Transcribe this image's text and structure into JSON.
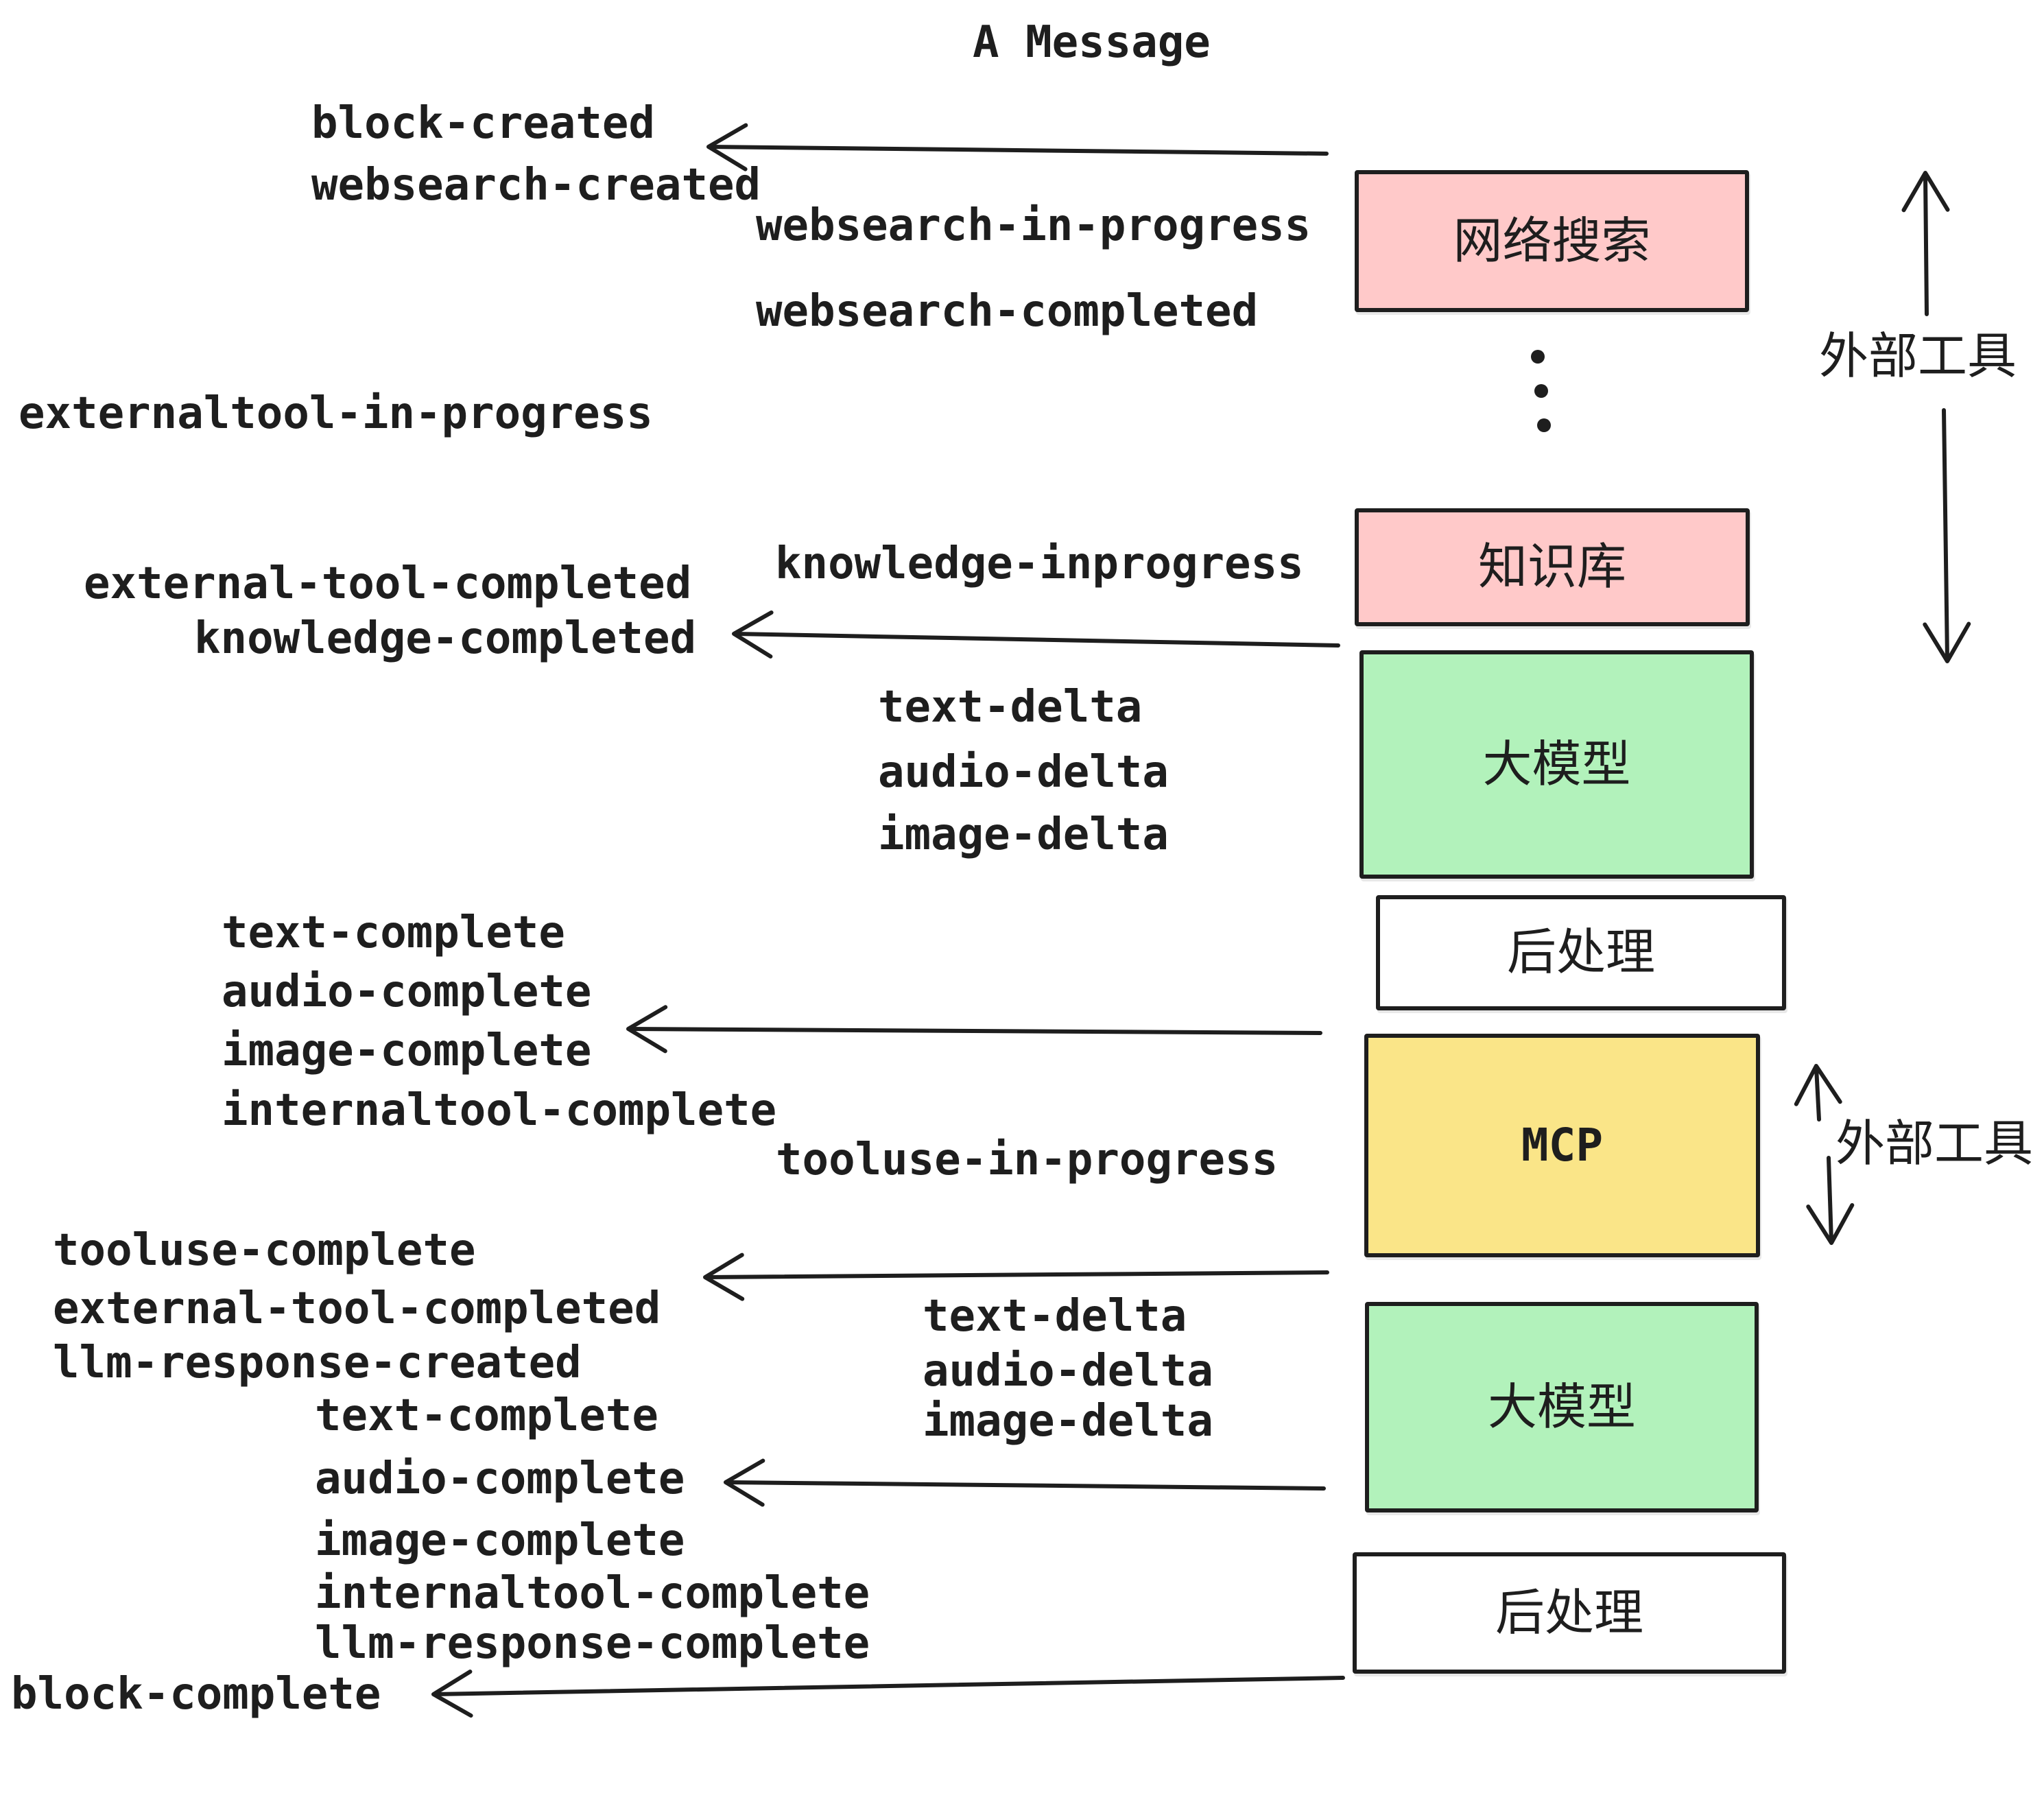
{
  "title": "A Message",
  "colors": {
    "pink": "#FFC9C9",
    "green": "#B2F2BB",
    "yellow": "#FAE588",
    "white": "#FFFFFF",
    "ink": "#1E1E1E"
  },
  "boxes": {
    "websearch": {
      "label": "网络搜索"
    },
    "knowledge": {
      "label": "知识库"
    },
    "llm1": {
      "label": "大模型"
    },
    "post1": {
      "label": "后处理"
    },
    "mcp": {
      "label": "MCP"
    },
    "llm2": {
      "label": "大模型"
    },
    "post2": {
      "label": "后处理"
    }
  },
  "side_labels": {
    "external_tools_top": "外部工具",
    "external_tools_mid": "外部工具"
  },
  "events": {
    "block_created": "block-created",
    "websearch_created": "websearch-created",
    "websearch_in_progress": "websearch-in-progress",
    "websearch_completed": "websearch-completed",
    "externaltool_in_progress": "externaltool-in-progress",
    "knowledge_inprogress": "knowledge-inprogress",
    "external_tool_completed_1": "external-tool-completed",
    "knowledge_completed": "knowledge-completed",
    "text_delta_1": "text-delta",
    "audio_delta_1": "audio-delta",
    "image_delta_1": "image-delta",
    "text_complete_1": "text-complete",
    "audio_complete_1": "audio-complete",
    "image_complete_1": "image-complete",
    "internaltool_complete_1": "internaltool-complete",
    "tooluse_in_progress": "tooluse-in-progress",
    "tooluse_complete": "tooluse-complete",
    "external_tool_completed_2": "external-tool-completed",
    "llm_response_created": "llm-response-created",
    "text_delta_2": "text-delta",
    "audio_delta_2": "audio-delta",
    "image_delta_2": "image-delta",
    "text_complete_2": "text-complete",
    "audio_complete_2": "audio-complete",
    "image_complete_2": "image-complete",
    "internaltool_complete_2": "internaltool-complete",
    "llm_response_complete": "llm-response-complete",
    "block_complete": "block-complete"
  }
}
